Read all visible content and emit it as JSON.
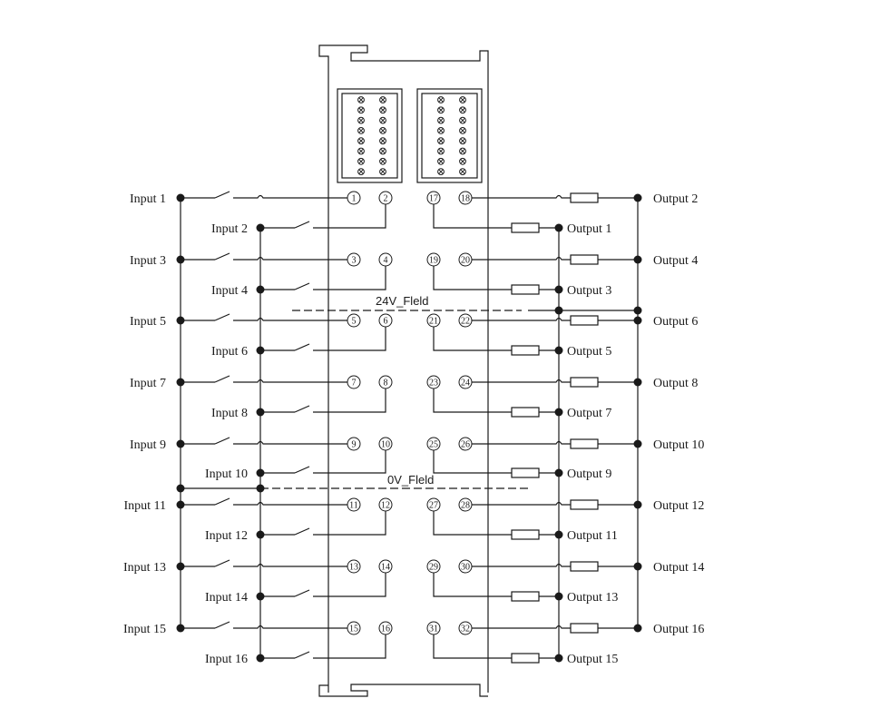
{
  "diagram": {
    "title": "16-channel digital I/O module wiring",
    "colors": {
      "line": "#1a1a1a",
      "background": "#ffffff"
    },
    "led_blocks": [
      {
        "name": "input-led-block",
        "rows": 8,
        "cols": 2
      },
      {
        "name": "output-led-block",
        "rows": 8,
        "cols": 2
      }
    ],
    "buses": {
      "v24": {
        "label": "24V_Fleld"
      },
      "v0": {
        "label": "0V_Fleld"
      }
    },
    "inputs": [
      {
        "label": "Input 1",
        "terminal": "1"
      },
      {
        "label": "Input 2",
        "terminal": "2"
      },
      {
        "label": "Input 3",
        "terminal": "3"
      },
      {
        "label": "Input 4",
        "terminal": "4"
      },
      {
        "label": "Input 5",
        "terminal": "5"
      },
      {
        "label": "Input 6",
        "terminal": "6"
      },
      {
        "label": "Input 7",
        "terminal": "7"
      },
      {
        "label": "Input 8",
        "terminal": "8"
      },
      {
        "label": "Input 9",
        "terminal": "9"
      },
      {
        "label": "Input 10",
        "terminal": "10"
      },
      {
        "label": "Input 11",
        "terminal": "11"
      },
      {
        "label": "Input 12",
        "terminal": "12"
      },
      {
        "label": "Input 13",
        "terminal": "13"
      },
      {
        "label": "Input 14",
        "terminal": "14"
      },
      {
        "label": "Input 15",
        "terminal": "15"
      },
      {
        "label": "Input 16",
        "terminal": "16"
      }
    ],
    "outputs": [
      {
        "label": "Output 1",
        "terminal": "17"
      },
      {
        "label": "Output 2",
        "terminal": "18"
      },
      {
        "label": "Output 3",
        "terminal": "19"
      },
      {
        "label": "Output 4",
        "terminal": "20"
      },
      {
        "label": "Output 5",
        "terminal": "21"
      },
      {
        "label": "Output 6",
        "terminal": "22"
      },
      {
        "label": "Output 7",
        "terminal": "23"
      },
      {
        "label": "Output 8",
        "terminal": "24"
      },
      {
        "label": "Output 9",
        "terminal": "25"
      },
      {
        "label": "Output 10",
        "terminal": "26"
      },
      {
        "label": "Output 11",
        "terminal": "27"
      },
      {
        "label": "Output 12",
        "terminal": "28"
      },
      {
        "label": "Output 13",
        "terminal": "29"
      },
      {
        "label": "Output 14",
        "terminal": "30"
      },
      {
        "label": "Output 15",
        "terminal": "31"
      },
      {
        "label": "Output 16",
        "terminal": "32"
      }
    ]
  }
}
